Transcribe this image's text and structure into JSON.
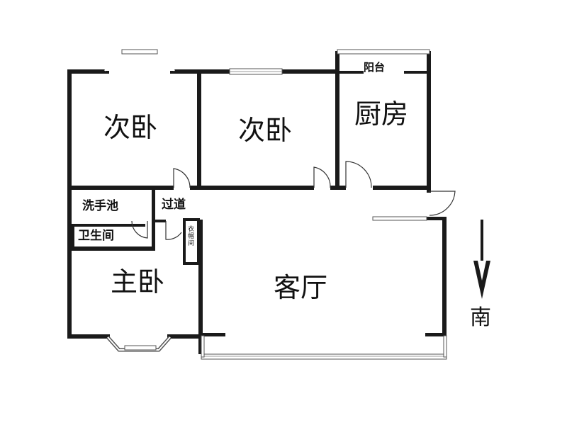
{
  "rooms": {
    "bedroom_nw": "次卧",
    "bedroom_n": "次卧",
    "kitchen": "厨房",
    "balcony": "阳台",
    "washbasin": "洗手池",
    "corridor": "过道",
    "bathroom": "卫生间",
    "closet": "衣帽间",
    "master_bedroom": "主卧",
    "living_room": "客厅"
  },
  "compass": {
    "direction": "南"
  },
  "colors": {
    "wall": "#1a1a1a",
    "background": "#ffffff"
  }
}
